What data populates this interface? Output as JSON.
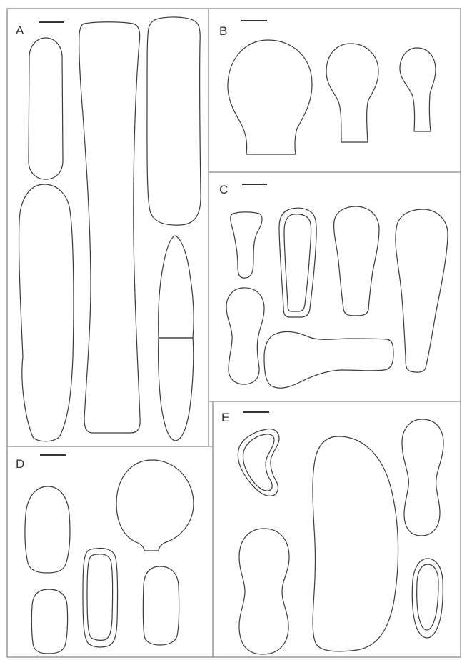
{
  "panels": {
    "a": {
      "label": "A"
    },
    "b": {
      "label": "B"
    },
    "c": {
      "label": "C"
    },
    "d": {
      "label": "D"
    },
    "e": {
      "label": "E"
    }
  },
  "colors": {
    "outline": "#3a3a3a",
    "frame": "#8a8a8a",
    "background": "#ffffff"
  }
}
